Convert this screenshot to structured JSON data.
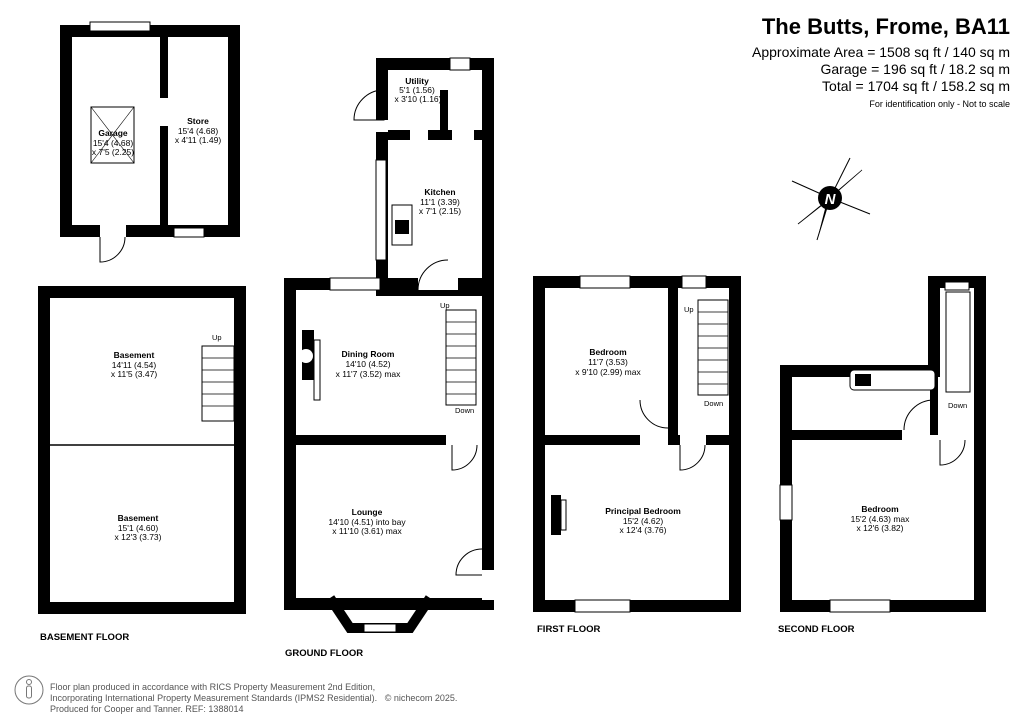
{
  "header": {
    "title": "The Butts, Frome, BA11",
    "approx_area": "Approximate Area = 1508 sq ft / 140 sq m",
    "garage_area": "Garage = 196 sq ft / 18.2 sq m",
    "total_area": "Total = 1704 sq ft / 158.2 sq m",
    "note": "For identification only - Not to scale"
  },
  "compass": {
    "label": "N"
  },
  "floors": {
    "basement": "BASEMENT FLOOR",
    "ground": "GROUND FLOOR",
    "first": "FIRST FLOOR",
    "second": "SECOND FLOOR"
  },
  "rooms": {
    "garage": {
      "name": "Garage",
      "dim1": "15'4 (4.68)",
      "dim2": "x 7'5 (2.25)"
    },
    "store": {
      "name": "Store",
      "dim1": "15'4 (4.68)",
      "dim2": "x 4'11 (1.49)"
    },
    "utility": {
      "name": "Utility",
      "dim1": "5'1 (1.56)",
      "dim2": "x 3'10 (1.16)"
    },
    "kitchen": {
      "name": "Kitchen",
      "dim1": "11'1 (3.39)",
      "dim2": "x 7'1 (2.15)"
    },
    "dining": {
      "name": "Dining Room",
      "dim1": "14'10 (4.52)",
      "dim2": "x 11'7 (3.52) max"
    },
    "lounge": {
      "name": "Lounge",
      "dim1": "14'10 (4.51) into bay",
      "dim2": "x 11'10 (3.61) max"
    },
    "basement1": {
      "name": "Basement",
      "dim1": "14'11 (4.54)",
      "dim2": "x 11'5 (3.47)"
    },
    "basement2": {
      "name": "Basement",
      "dim1": "15'1 (4.60)",
      "dim2": "x 12'3 (3.73)"
    },
    "bedroom1": {
      "name": "Bedroom",
      "dim1": "11'7 (3.53)",
      "dim2": "x 9'10 (2.99) max"
    },
    "principal": {
      "name": "Principal Bedroom",
      "dim1": "15'2 (4.62)",
      "dim2": "x 12'4 (3.76)"
    },
    "bedroom2": {
      "name": "Bedroom",
      "dim1": "15'2 (4.63) max",
      "dim2": "x 12'6 (3.82)"
    }
  },
  "stairs": {
    "up": "Up",
    "down": "Down"
  },
  "footer": {
    "line1": "Floor plan produced in accordance with RICS Property Measurement 2nd Edition,",
    "line2": "Incorporating International Property Measurement Standards (IPMS2 Residential).",
    "copyright": "© nichecom 2025.",
    "line3": "Produced for Cooper and Tanner.   REF: 1388014"
  }
}
